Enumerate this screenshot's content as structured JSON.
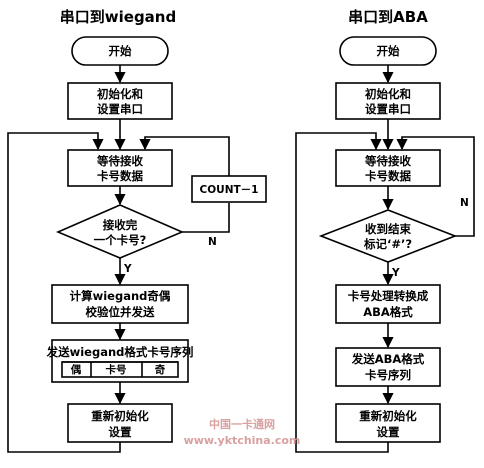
{
  "left": {
    "title": "串口到wiegand",
    "start": "开始",
    "init": [
      "初始化和",
      "设置串口"
    ],
    "wait": [
      "等待接收",
      "卡号数据"
    ],
    "decision": [
      "接收完",
      "一个卡号?"
    ],
    "yes": "Y",
    "no": "N",
    "count": "COUNT－1",
    "calc": [
      "计算wiegand奇偶",
      "校验位并发送"
    ],
    "send": "发送wiegand格式卡号序列",
    "cells": [
      "偶",
      "卡号",
      "奇"
    ],
    "reinit": [
      "重新初始化",
      "设置"
    ]
  },
  "right": {
    "title": "串口到ABA",
    "start": "开始",
    "init": [
      "初始化和",
      "设置串口"
    ],
    "wait": [
      "等待接收",
      "卡号数据"
    ],
    "decision": [
      "收到结束",
      "标记‘#’?"
    ],
    "yes": "Y",
    "no": "N",
    "convert": [
      "卡号处理转换成",
      "ABA格式"
    ],
    "send": [
      "发送ABA格式",
      "卡号序列"
    ],
    "reinit": [
      "重新初始化",
      "设置"
    ]
  },
  "watermark": [
    "中国一卡通网",
    "www.yktchina.com"
  ]
}
